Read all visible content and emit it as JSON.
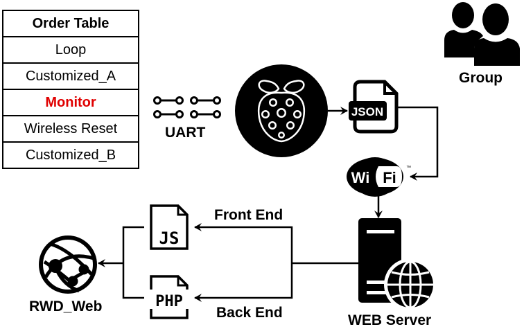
{
  "order_table": {
    "header": "Order Table",
    "rows": [
      {
        "label": "Loop",
        "highlight": false
      },
      {
        "label": "Customized_A",
        "highlight": false
      },
      {
        "label": "Monitor",
        "highlight": true
      },
      {
        "label": "Wireless Reset",
        "highlight": false
      },
      {
        "label": "Customized_B",
        "highlight": false
      }
    ],
    "highlight_color": "#e00000"
  },
  "nodes": {
    "uart": {
      "label": "UART",
      "icon": "uart-pins-icon"
    },
    "raspberry_pi": {
      "icon": "raspberry-pi-icon"
    },
    "json": {
      "label": "JSON",
      "icon": "json-file-icon"
    },
    "wifi": {
      "label_left": "Wi",
      "label_right": "Fi",
      "trademark": "™",
      "icon": "wifi-logo-icon"
    },
    "web_server": {
      "label": "WEB Server",
      "icon": "web-server-icon"
    },
    "js_file": {
      "label": "JS",
      "icon": "js-file-icon"
    },
    "php_file": {
      "label": "PHP",
      "icon": "php-file-icon"
    },
    "rwd_web": {
      "label": "RWD_Web",
      "icon": "web-app-globe-icon"
    },
    "group": {
      "label": "Group",
      "icon": "group-users-icon"
    }
  },
  "edges": {
    "front_end": "Front End",
    "back_end": "Back End"
  }
}
